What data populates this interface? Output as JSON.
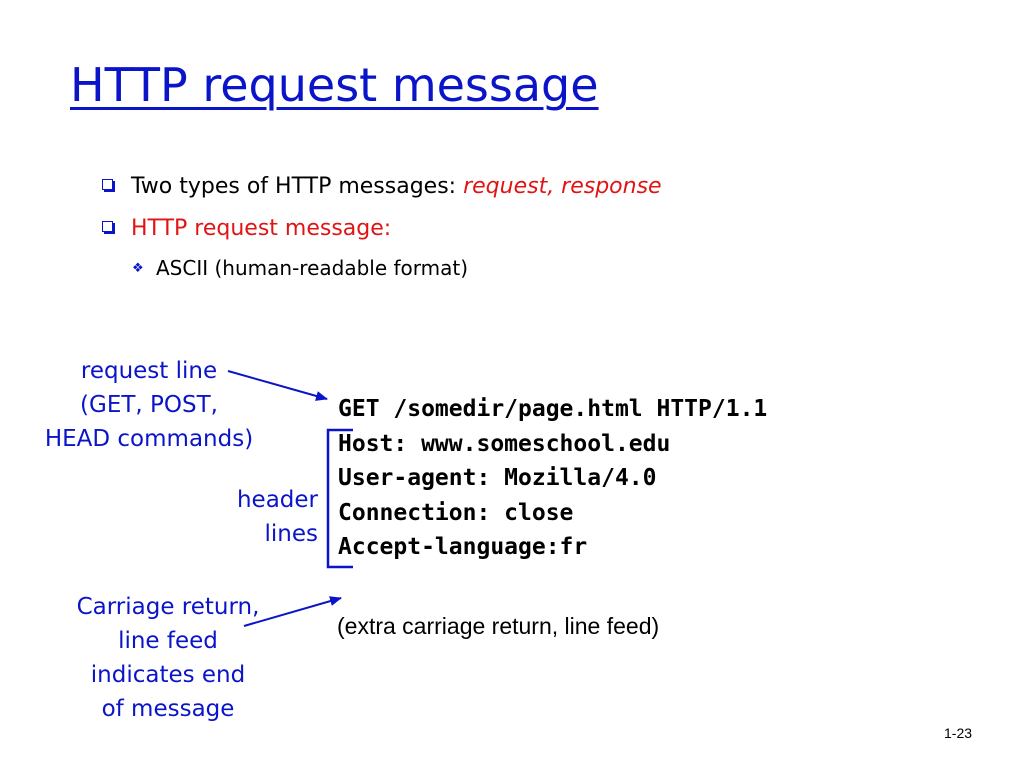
{
  "slide": {
    "title": "HTTP request message",
    "page_number": "1-23"
  },
  "bullets": [
    {
      "text": "Two types of HTTP messages: ",
      "emphasis": "request, response"
    },
    {
      "text": "HTTP request message:"
    }
  ],
  "sub_bullets": [
    {
      "text": "ASCII (human-readable format)"
    }
  ],
  "callouts": {
    "request_line": [
      "request line",
      "(GET, POST,",
      "HEAD commands)"
    ],
    "header_lines": [
      "header",
      "lines"
    ],
    "crlf": [
      "Carriage return,",
      "line feed",
      "indicates end",
      "of message"
    ]
  },
  "request_message": {
    "lines": [
      "GET /somedir/page.html HTTP/1.1",
      "Host: www.someschool.edu",
      "User-agent: Mozilla/4.0",
      "Connection: close",
      "Accept-language:fr"
    ],
    "trailer": "(extra carriage return, line feed)"
  },
  "colors": {
    "title": "#0a14c8",
    "callout": "#0a14c8",
    "emphasis": "#e11414",
    "body_text": "#000000"
  },
  "icons": {
    "bullet": "square-bullet-icon",
    "sub_bullet": "diamond-bullet-icon",
    "arrow": "arrow-icon",
    "bracket": "bracket-icon"
  }
}
